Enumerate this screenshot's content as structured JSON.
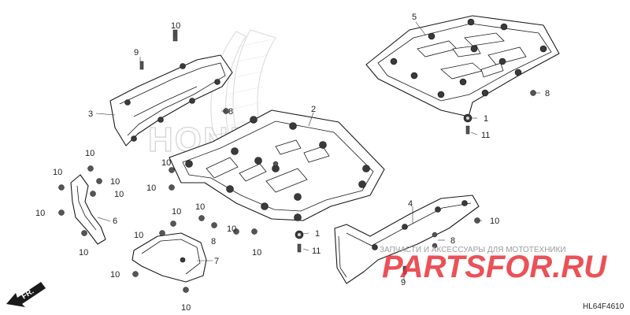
{
  "callouts": {
    "c1a": "1",
    "c1b": "1",
    "c2": "2",
    "c3": "3",
    "c4": "4",
    "c5": "5",
    "c6": "6",
    "c7": "7",
    "c8a": "8",
    "c8b": "8",
    "c8c": "8",
    "c8d": "8",
    "c9a": "9",
    "c9b": "9",
    "c10a": "10",
    "c10b": "10",
    "c10c": "10",
    "c10d": "10",
    "c10e": "10",
    "c10f": "10",
    "c10g": "10",
    "c10h": "10",
    "c10i": "10",
    "c10j": "10",
    "c10k": "10",
    "c10l": "10",
    "c10m": "10",
    "c10n": "10",
    "c10o": "10",
    "c10p": "10",
    "c10q": "10",
    "c11a": "11",
    "c11b": "11"
  },
  "brand_mark": "HONDA",
  "watermark": {
    "tagline": "ЗАПЧАСТИ И АКСЕССУАРЫ ДЛЯ МОТОТЕХНИКИ",
    "site": "PARTSFOR.RU"
  },
  "direction_label": "FR.",
  "diagram_code": "HL64F4610"
}
